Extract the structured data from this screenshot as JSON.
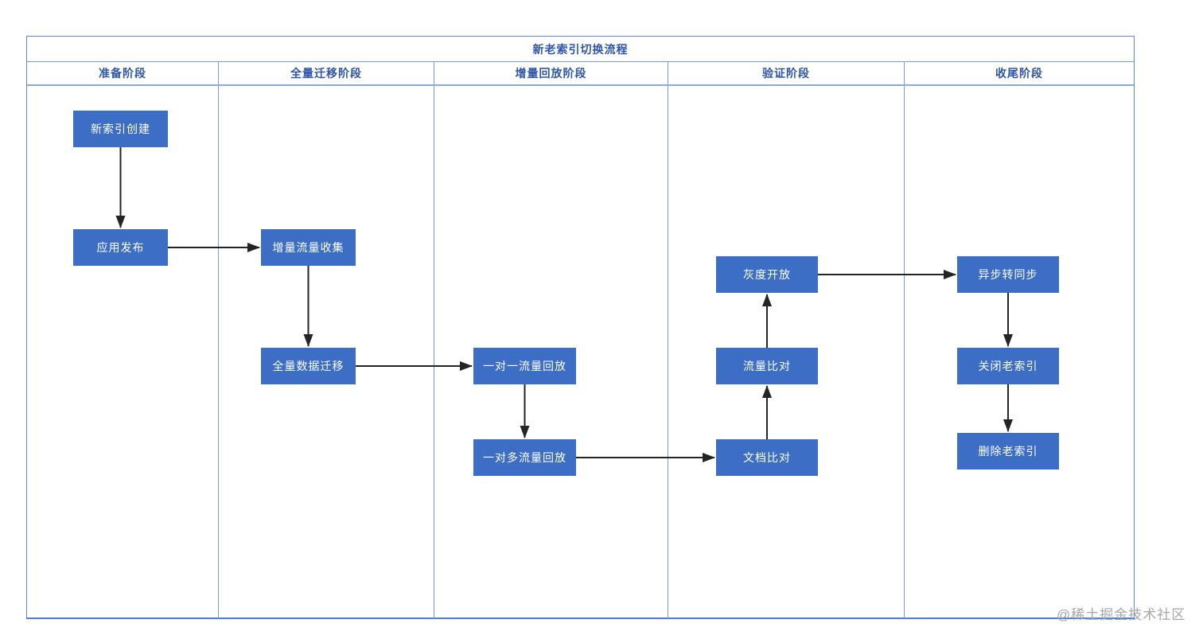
{
  "diagram": {
    "title": "新老索引切换流程",
    "lanes": [
      {
        "label": "准备阶段"
      },
      {
        "label": "全量迁移阶段"
      },
      {
        "label": "增量回放阶段"
      },
      {
        "label": "验证阶段"
      },
      {
        "label": "收尾阶段"
      }
    ],
    "nodes": [
      {
        "id": "new-index-creation",
        "lane": "准备阶段",
        "label": "新索引创建"
      },
      {
        "id": "app-release",
        "lane": "准备阶段",
        "label": "应用发布"
      },
      {
        "id": "incremental-traffic-collection",
        "lane": "全量迁移阶段",
        "label": "增量流量收集"
      },
      {
        "id": "full-data-migration",
        "lane": "全量迁移阶段",
        "label": "全量数据迁移"
      },
      {
        "id": "one-to-one-traffic-replay",
        "lane": "增量回放阶段",
        "label": "一对一流量回放"
      },
      {
        "id": "one-to-many-traffic-replay",
        "lane": "增量回放阶段",
        "label": "一对多流量回放"
      },
      {
        "id": "gray-release",
        "lane": "验证阶段",
        "label": "灰度开放"
      },
      {
        "id": "traffic-comparison",
        "lane": "验证阶段",
        "label": "流量比对"
      },
      {
        "id": "document-comparison",
        "lane": "验证阶段",
        "label": "文档比对"
      },
      {
        "id": "async-to-sync",
        "lane": "收尾阶段",
        "label": "异步转同步"
      },
      {
        "id": "close-old-index",
        "lane": "收尾阶段",
        "label": "关闭老索引"
      },
      {
        "id": "delete-old-index",
        "lane": "收尾阶段",
        "label": "删除老索引"
      }
    ],
    "edges": [
      {
        "from": "new-index-creation",
        "to": "app-release"
      },
      {
        "from": "app-release",
        "to": "incremental-traffic-collection"
      },
      {
        "from": "incremental-traffic-collection",
        "to": "full-data-migration"
      },
      {
        "from": "full-data-migration",
        "to": "one-to-one-traffic-replay"
      },
      {
        "from": "one-to-one-traffic-replay",
        "to": "one-to-many-traffic-replay"
      },
      {
        "from": "one-to-many-traffic-replay",
        "to": "document-comparison"
      },
      {
        "from": "document-comparison",
        "to": "traffic-comparison"
      },
      {
        "from": "traffic-comparison",
        "to": "gray-release"
      },
      {
        "from": "gray-release",
        "to": "async-to-sync"
      },
      {
        "from": "async-to-sync",
        "to": "close-old-index"
      },
      {
        "from": "close-old-index",
        "to": "delete-old-index"
      }
    ],
    "colors": {
      "node_fill": "#3d6ec6",
      "node_text": "#ffffff",
      "lane_border": "#7b9bd8",
      "header_text": "#2e55a8",
      "arrow": "#242424",
      "watermark_text": "#a6a6ab"
    }
  },
  "watermark": {
    "label": "@稀土掘金技术社区"
  }
}
